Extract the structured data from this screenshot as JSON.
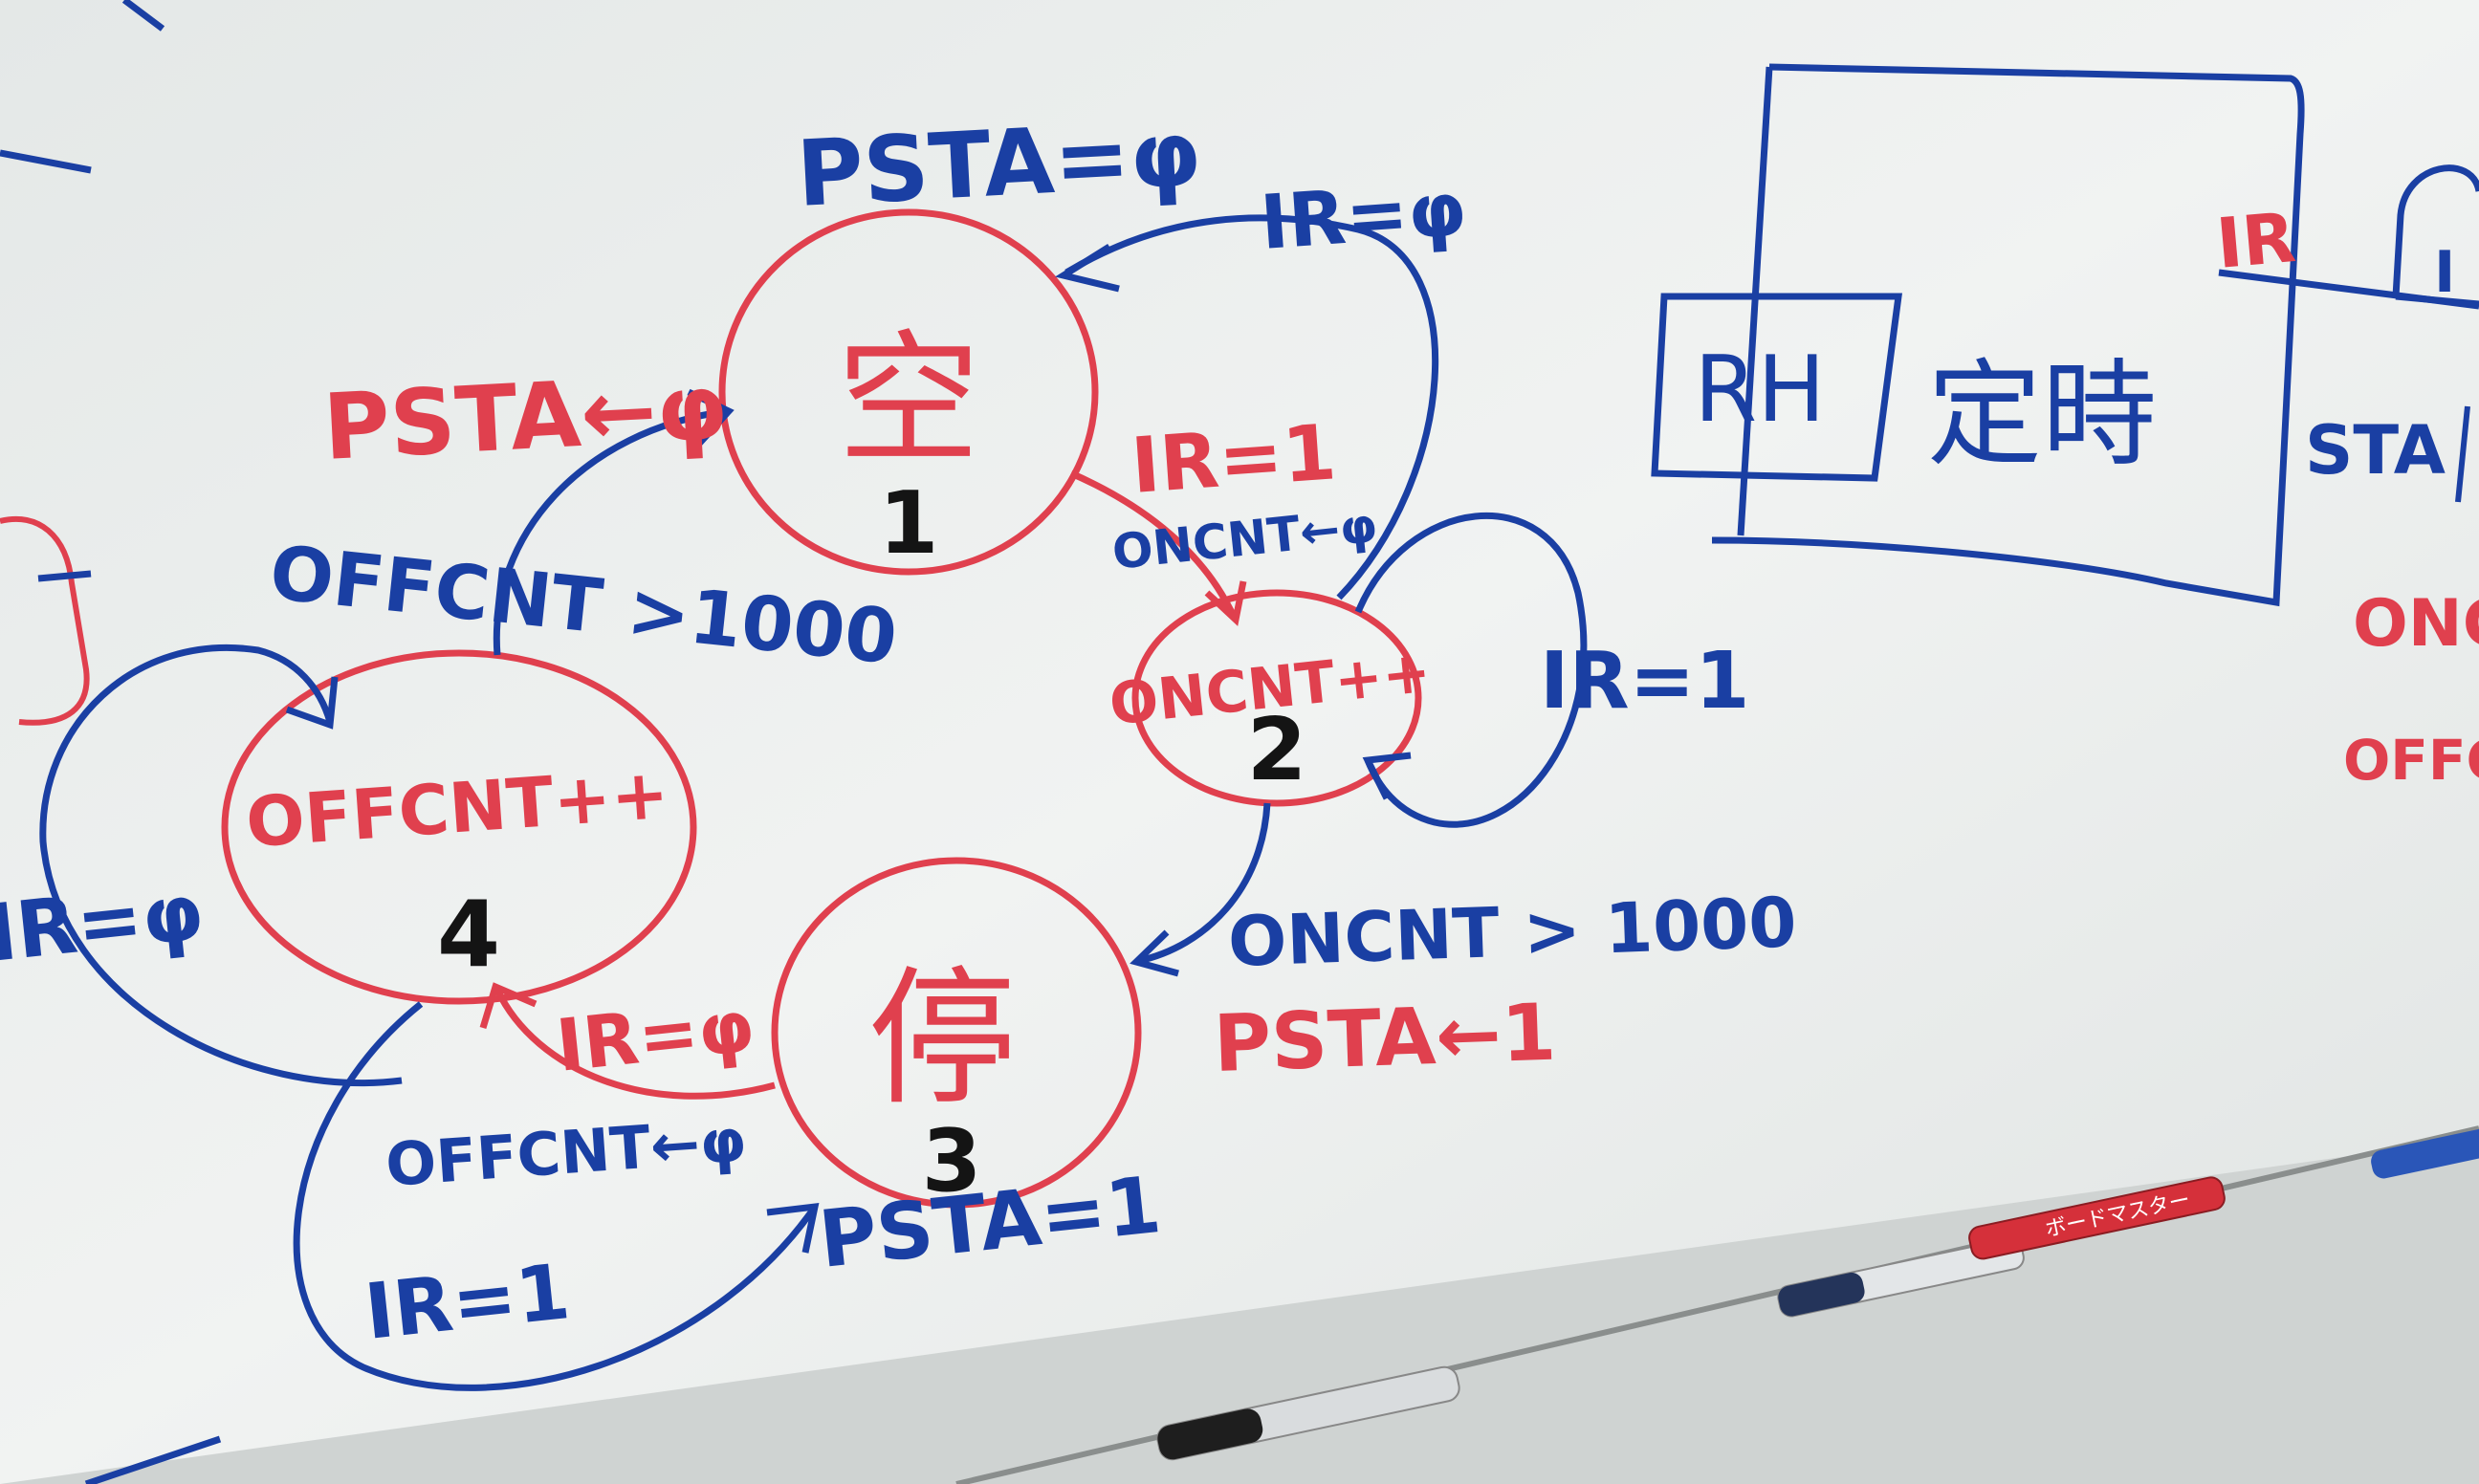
{
  "colors": {
    "board": "#e9eceb",
    "blue_ink": "#1a3fa3",
    "red_ink": "#e0404e",
    "black_ink": "#141414",
    "tray": "#d2d4d3"
  },
  "states": [
    {
      "char": "空",
      "number": "1",
      "color": "red"
    },
    {
      "label": "ONCNT++",
      "number": "2",
      "color": "red"
    },
    {
      "char": "停",
      "number": "3",
      "color": "red"
    },
    {
      "label": "OFFCNT++",
      "number": "4",
      "color": "red"
    }
  ],
  "annotations": {
    "psta_top": "PSTA=φ",
    "ir_return": "IR=φ",
    "ir_1_to_2": "IR=1",
    "oncnt_reset": "ONCNT←φ",
    "ir_self_2": "IR=1",
    "oncnt_cond": "ONCNT > 1000",
    "psta_set_1": "PSTA←1",
    "ir_3_to_4": "IR=φ",
    "offcnt_reset": "OFFCNT←φ",
    "ir_4_to_3": "IR=1",
    "psta_bottom": "PSTA=1",
    "ir_self_4": "IR=φ",
    "psta_set_0": "PSTA←φ",
    "offcnt_cond": "OFFCNT >1000"
  },
  "timer_block": {
    "rh_label": "RH",
    "center_label": "定時",
    "ir_label": "IR",
    "sta_label": "STA",
    "partial_i": "I",
    "oncnt_partial": "ONC",
    "offcnt_partial": "OFFC"
  },
  "markers": {
    "red_marker_text": "ボードマスター"
  }
}
